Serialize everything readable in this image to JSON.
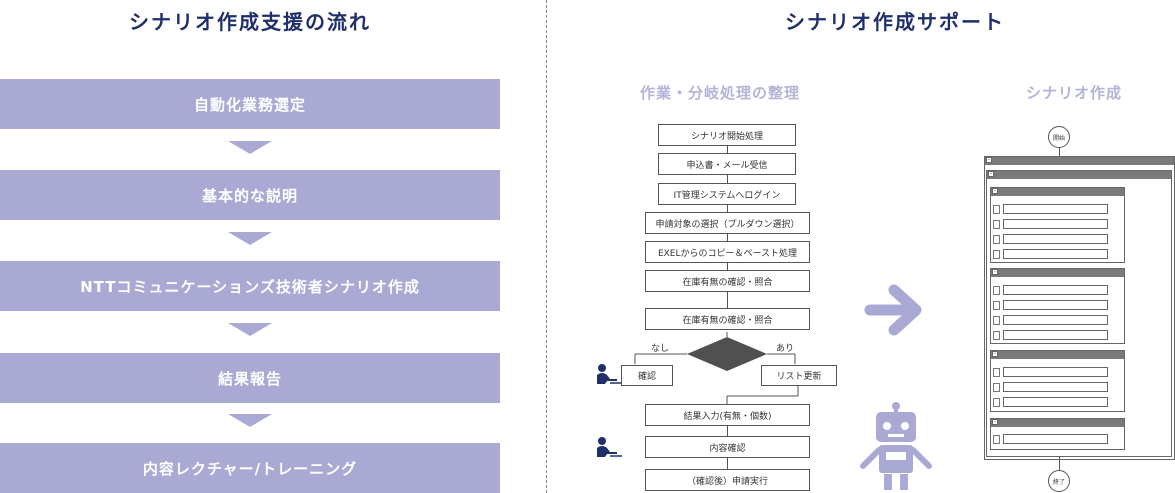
{
  "left": {
    "title": "シナリオ作成支援の流れ",
    "steps": [
      "自動化業務選定",
      "基本的な説明",
      "NTTコミュニケーションズ技術者シナリオ作成",
      "結果報告",
      "内容レクチャー/トレーニング"
    ]
  },
  "right": {
    "title": "シナリオ作成サポート",
    "flow_title": "作業・分岐処理の整理",
    "scenario_title": "シナリオ作成",
    "flow_steps": [
      "シナリオ開始処理",
      "申込書・メール受信",
      "IT管理システムへログイン",
      "申請対象の選択（プルダウン選択）",
      "EXELからのコピー＆ペースト処理",
      "在庫有無の確認・照合",
      "在庫有無の確認・照合"
    ],
    "branch_no": "なし",
    "branch_yes": "あり",
    "confirm": "確認",
    "list_update": "リスト更新",
    "after_steps": [
      "結果入力(有無・個数)",
      "内容確認",
      "（確認後）申請実行"
    ],
    "start_label": "開始",
    "end_label": "終了"
  },
  "colors": {
    "navy": "#1f2f6a",
    "lavender": "#a9a9d4",
    "lavender_light": "#b4b4d8",
    "gray": "#7a7a7a"
  }
}
